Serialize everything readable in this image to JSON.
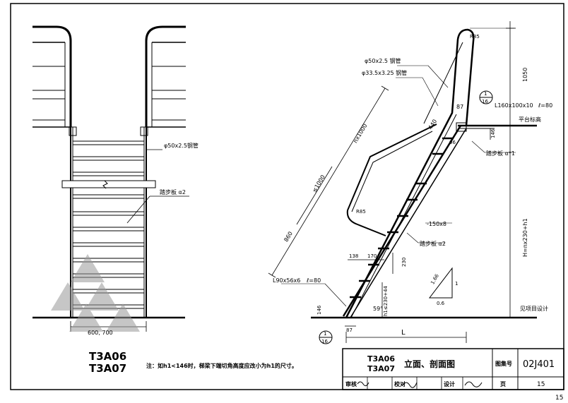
{
  "left_drawing": {
    "pipe_label": "φ50x2.5钢管",
    "tread_label": "踏步板 α2",
    "width_label": "600, 700",
    "codes": [
      "T3A06",
      "T3A07"
    ]
  },
  "right_drawing": {
    "handrail_pipe": "φ50x2.5 钢管",
    "post_pipe": "φ33.5x3.25 钢管",
    "bend_radius_top": "R85",
    "bend_radius_mid": "R85",
    "dim_87_top": "87",
    "section_mark_top": {
      "num": "1",
      "sheet": "16"
    },
    "angle_top": "L160x100x10",
    "angle_top_len": "ℓ=80",
    "platform_label": "平台标高",
    "dim_440": "440",
    "dim_96": "96",
    "dim_146_top": "146",
    "tread_a1": "踏步板 α*1",
    "dim_nx1000": "nx1000",
    "dim_1000": "≤1000",
    "dim_860": "860",
    "dim_150x8": "-150x8",
    "tread_a2": "踏步板 α2",
    "dim_138": "138",
    "dim_170": "170",
    "dim_230": "230",
    "slope_value": "1.66",
    "slope_run": "0.6",
    "slope_rise": "1",
    "angle_bottom": "L90x56x6",
    "angle_bottom_len": "ℓ=80",
    "dim_146_bottom": "146",
    "dim_h1": "h1≤230+44",
    "angle_59": "59°",
    "dim_87_bottom": "87",
    "section_mark_bottom": {
      "num": "1",
      "sheet": "16"
    },
    "dim_L": "L",
    "dim_1050": "1050",
    "dim_H": "H=nx230+h1",
    "project_note": "见项目设计"
  },
  "bottom_note": "注：如h1<146时，梯梁下端切角高度应改小为h1的尺寸。",
  "title_block": {
    "codes": [
      "T3A06",
      "T3A07"
    ],
    "title": "立面、剖面图",
    "atlas_label": "图集号",
    "atlas_number": "02J401",
    "review_label": "审核",
    "check_label": "校对",
    "design_label": "设计",
    "page_label": "页",
    "page_number": "15"
  },
  "corner_page": "15"
}
